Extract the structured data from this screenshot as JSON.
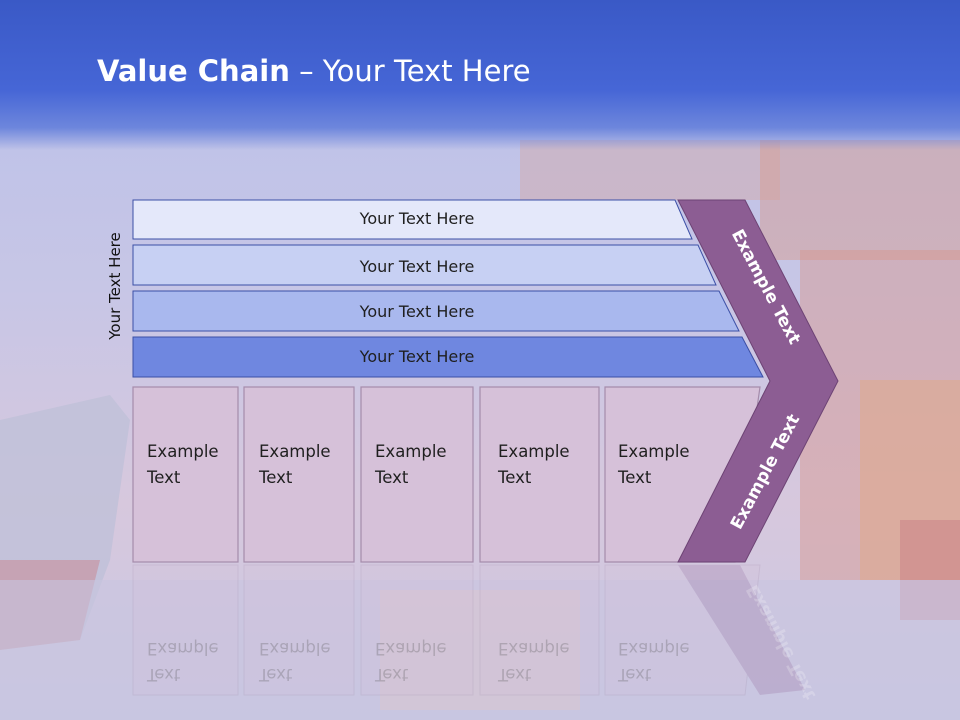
{
  "title": {
    "bold": "Value Chain",
    "rest": " – Your Text Here"
  },
  "side_label": "Your Text Here",
  "rows": [
    {
      "label": "Your Text Here",
      "color": "#e4e8fa"
    },
    {
      "label": "Your Text Here",
      "color": "#c7d0f3"
    },
    {
      "label": "Your Text Here",
      "color": "#a9b8ee"
    },
    {
      "label": "Your Text Here",
      "color": "#6f87e0"
    }
  ],
  "boxes": [
    {
      "line1": "Example",
      "line2": "Text"
    },
    {
      "line1": "Example",
      "line2": "Text"
    },
    {
      "line1": "Example",
      "line2": "Text"
    },
    {
      "line1": "Example",
      "line2": "Text"
    },
    {
      "line1": "Example",
      "line2": "Text"
    }
  ],
  "arrow": {
    "upper": "Example Text",
    "lower": "Example Text",
    "color": "#8c5d93"
  },
  "colors": {
    "header": "#4262d2",
    "box": "#d6c1d9",
    "box_border": "#a58cab"
  }
}
